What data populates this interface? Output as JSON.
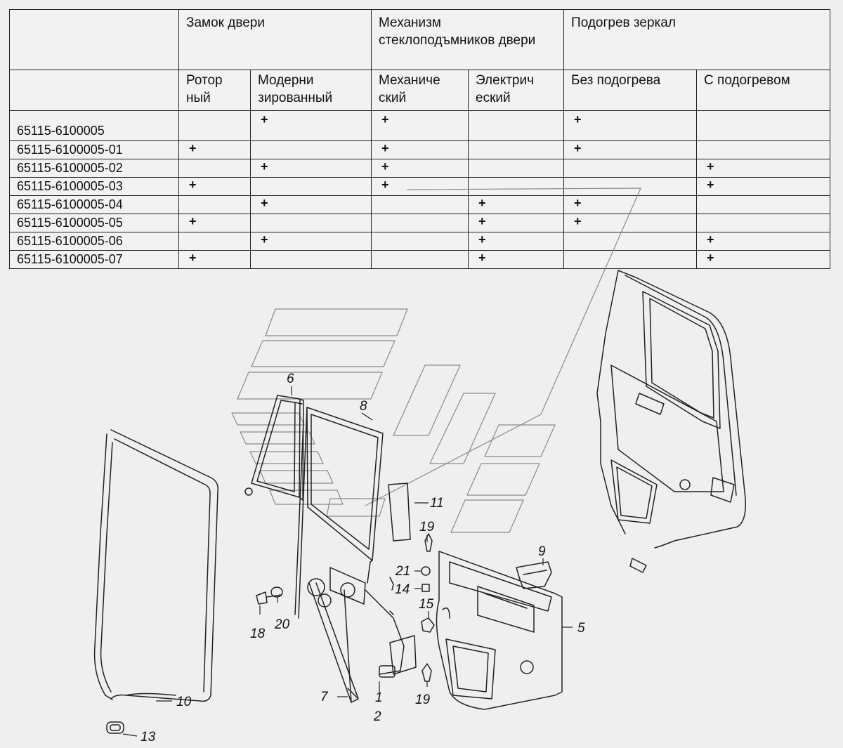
{
  "table": {
    "groups": [
      {
        "label": "Замок двери"
      },
      {
        "label": "Механизм стеклоподъмников двери"
      },
      {
        "label": "Подогрев зеркал"
      }
    ],
    "subheaders": [
      "Ротор ный",
      "Модерни зированный",
      "Механиче ский",
      "Электрич еский",
      "Без подогрева",
      "С подогревом"
    ],
    "rows": [
      {
        "number": "65115-6100005",
        "marks": [
          "",
          "+",
          "+",
          "",
          "+",
          ""
        ]
      },
      {
        "number": "65115-6100005-01",
        "marks": [
          "+",
          "",
          "+",
          "",
          "+",
          ""
        ]
      },
      {
        "number": "65115-6100005-02",
        "marks": [
          "",
          "+",
          "+",
          "",
          "",
          "+"
        ]
      },
      {
        "number": "65115-6100005-03",
        "marks": [
          "+",
          "",
          "+",
          "",
          "",
          "+"
        ]
      },
      {
        "number": "65115-6100005-04",
        "marks": [
          "",
          "+",
          "",
          "+",
          "+",
          ""
        ]
      },
      {
        "number": "65115-6100005-05",
        "marks": [
          "+",
          "",
          "",
          "+",
          "+",
          ""
        ]
      },
      {
        "number": "65115-6100005-06",
        "marks": [
          "",
          "+",
          "",
          "+",
          "",
          "+"
        ]
      },
      {
        "number": "65115-6100005-07",
        "marks": [
          "+",
          "",
          "",
          "+",
          "",
          "+"
        ]
      }
    ]
  },
  "callouts": {
    "c1": "1",
    "c2": "2",
    "c5": "5",
    "c6": "6",
    "c7": "7",
    "c8": "8",
    "c9": "9",
    "c10": "10",
    "c11": "11",
    "c13": "13",
    "c14": "14",
    "c15": "15",
    "c18": "18",
    "c19a": "19",
    "c19b": "19",
    "c20": "20",
    "c21": "21"
  }
}
